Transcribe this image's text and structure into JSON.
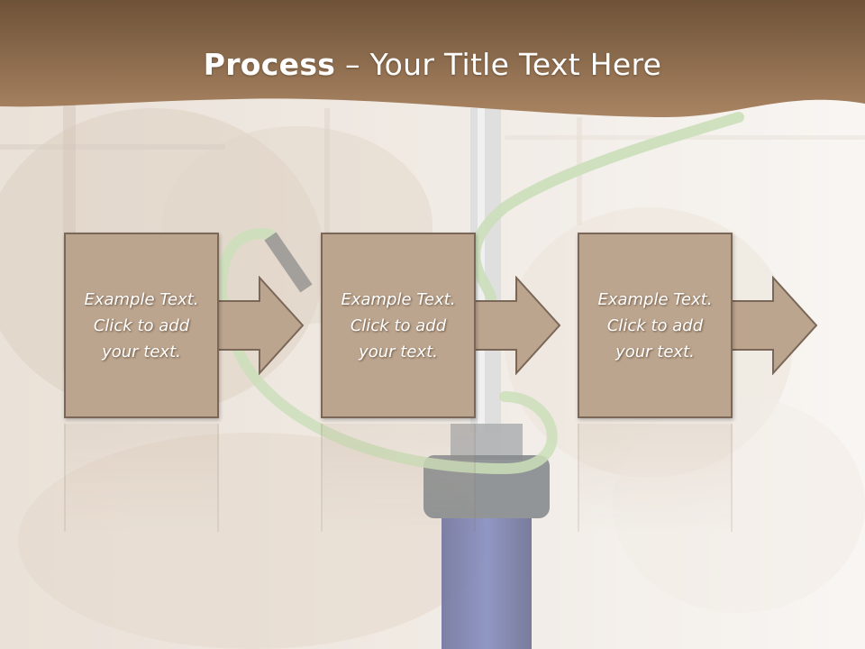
{
  "slide": {
    "title_bold": "Process",
    "title_rest": " – Your Title Text Here"
  },
  "colors": {
    "header": "#8a6848",
    "box_fill": "#bca58f",
    "box_border": "#7a6757",
    "hose_green": "#b7d3a0"
  },
  "steps": [
    {
      "line1": "Example Text.",
      "line2": "Click  to add",
      "line3": "your text."
    },
    {
      "line1": "Example Text.",
      "line2": "Click  to add",
      "line3": "your text."
    },
    {
      "line1": "Example Text.",
      "line2": "Click  to add",
      "line3": "your text."
    }
  ]
}
